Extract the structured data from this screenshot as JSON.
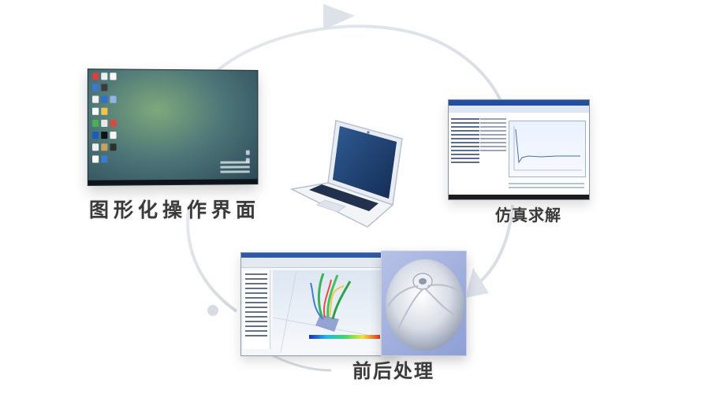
{
  "labels": {
    "gui": "图形化操作界面",
    "simulation": "仿真求解",
    "pre_post": "前后处理"
  },
  "icons": {
    "cycle_arrows": "circular-arrow-icon",
    "laptop": "laptop-icon"
  },
  "colors": {
    "arrow": "#d6dbe3",
    "label_text": "#3a3a3a",
    "desktop_bg": "#4e7779",
    "sim_title_bar": "#1f4f9e"
  }
}
